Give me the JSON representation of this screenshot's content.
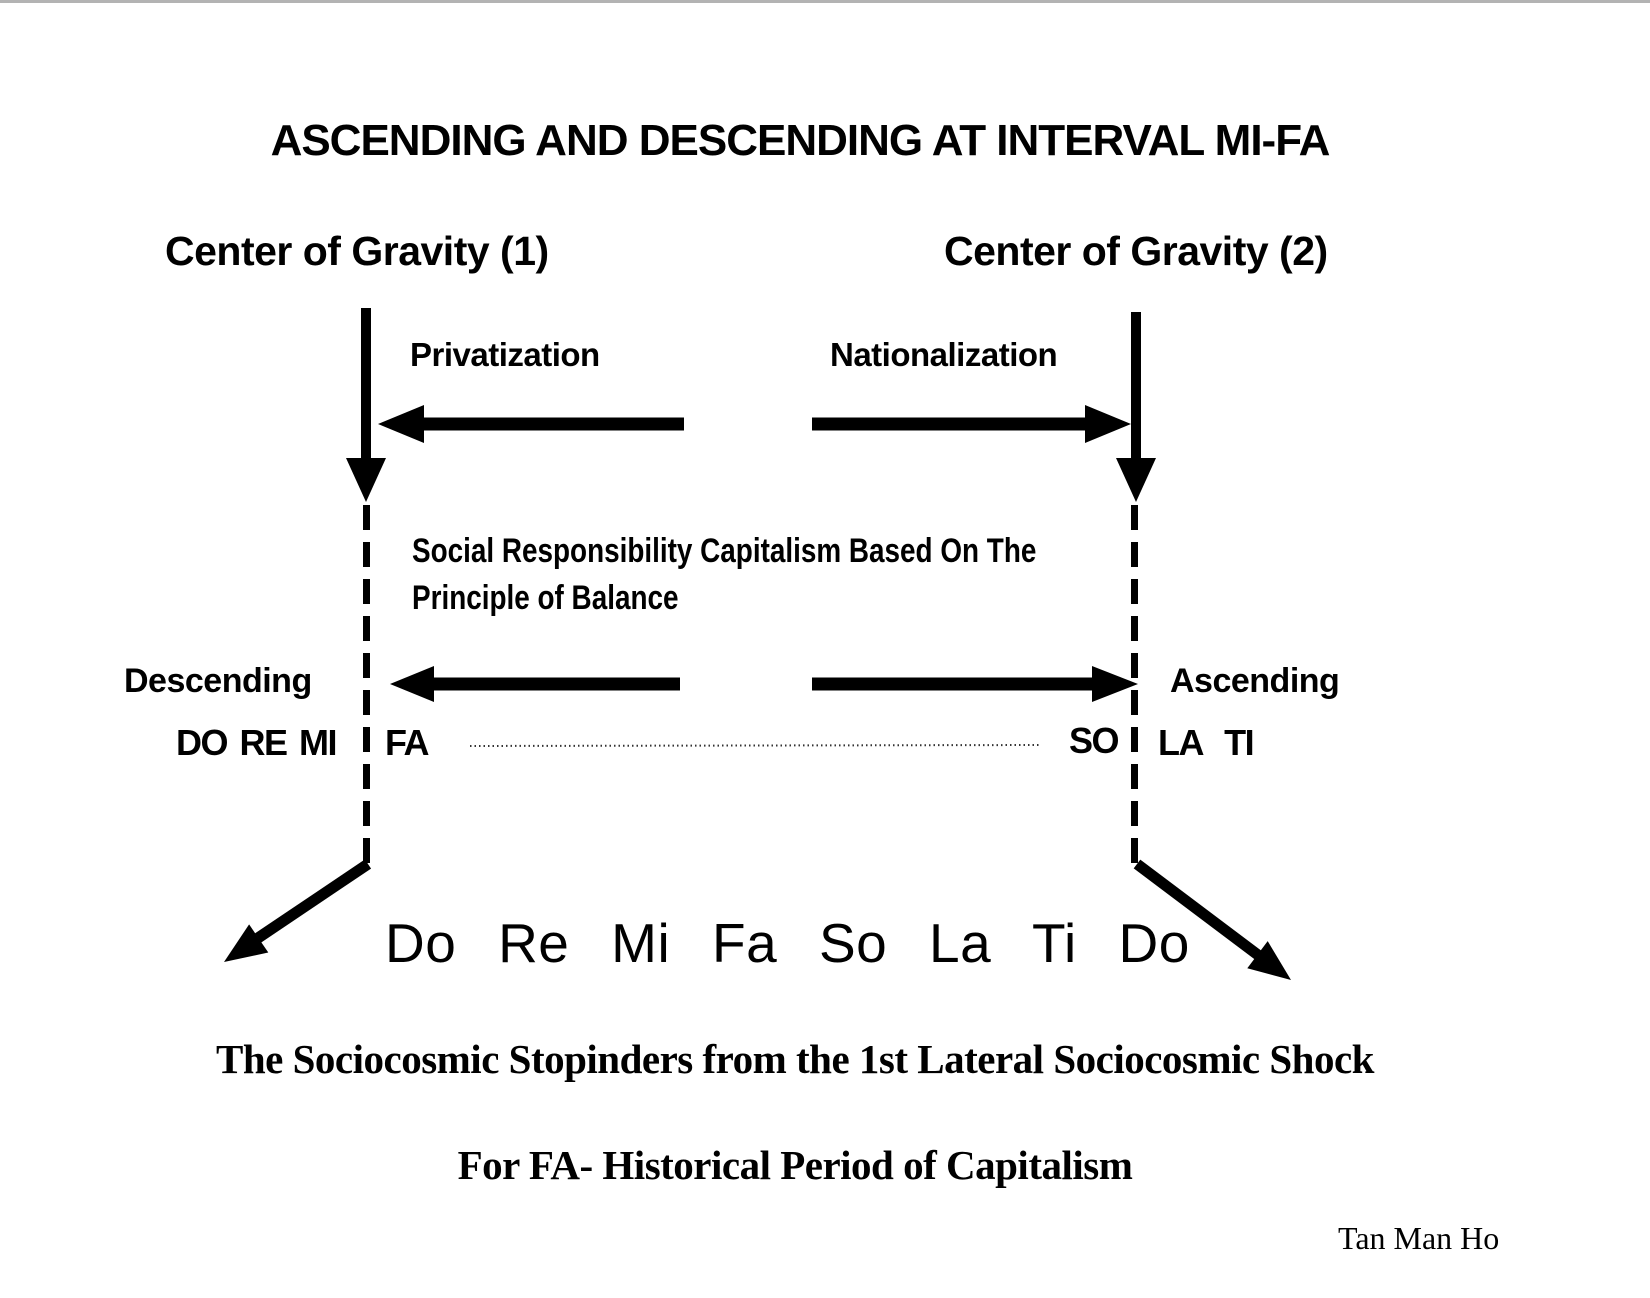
{
  "meta": {
    "background_color": "#ffffff",
    "ink_color": "#000000",
    "top_rule_color": "#b3b3b3"
  },
  "title": "ASCENDING AND DESCENDING AT INTERVAL MI-FA",
  "left_column": {
    "heading": "Center of Gravity (1)",
    "process_label": "Privatization",
    "direction_label": "Descending",
    "notes_before_boundary": "DO RE MI",
    "note_after_boundary": "FA"
  },
  "right_column": {
    "heading": "Center of Gravity (2)",
    "process_label": "Nationalization",
    "direction_label": "Ascending",
    "note_before_boundary": "SO",
    "notes_after_boundary": "LA TI"
  },
  "center_text": {
    "balance_line1": "Social Responsibility Capitalism Based On The",
    "balance_line2": "Principle of Balance"
  },
  "octave_scale": "Do Re Mi Fa So La Ti Do",
  "footer": {
    "caption": "The Sociocosmic Stopinders from the 1st Lateral Sociocosmic Shock",
    "subcaption": "For FA- Historical Period of Capitalism",
    "author": "Tan Man Ho"
  }
}
